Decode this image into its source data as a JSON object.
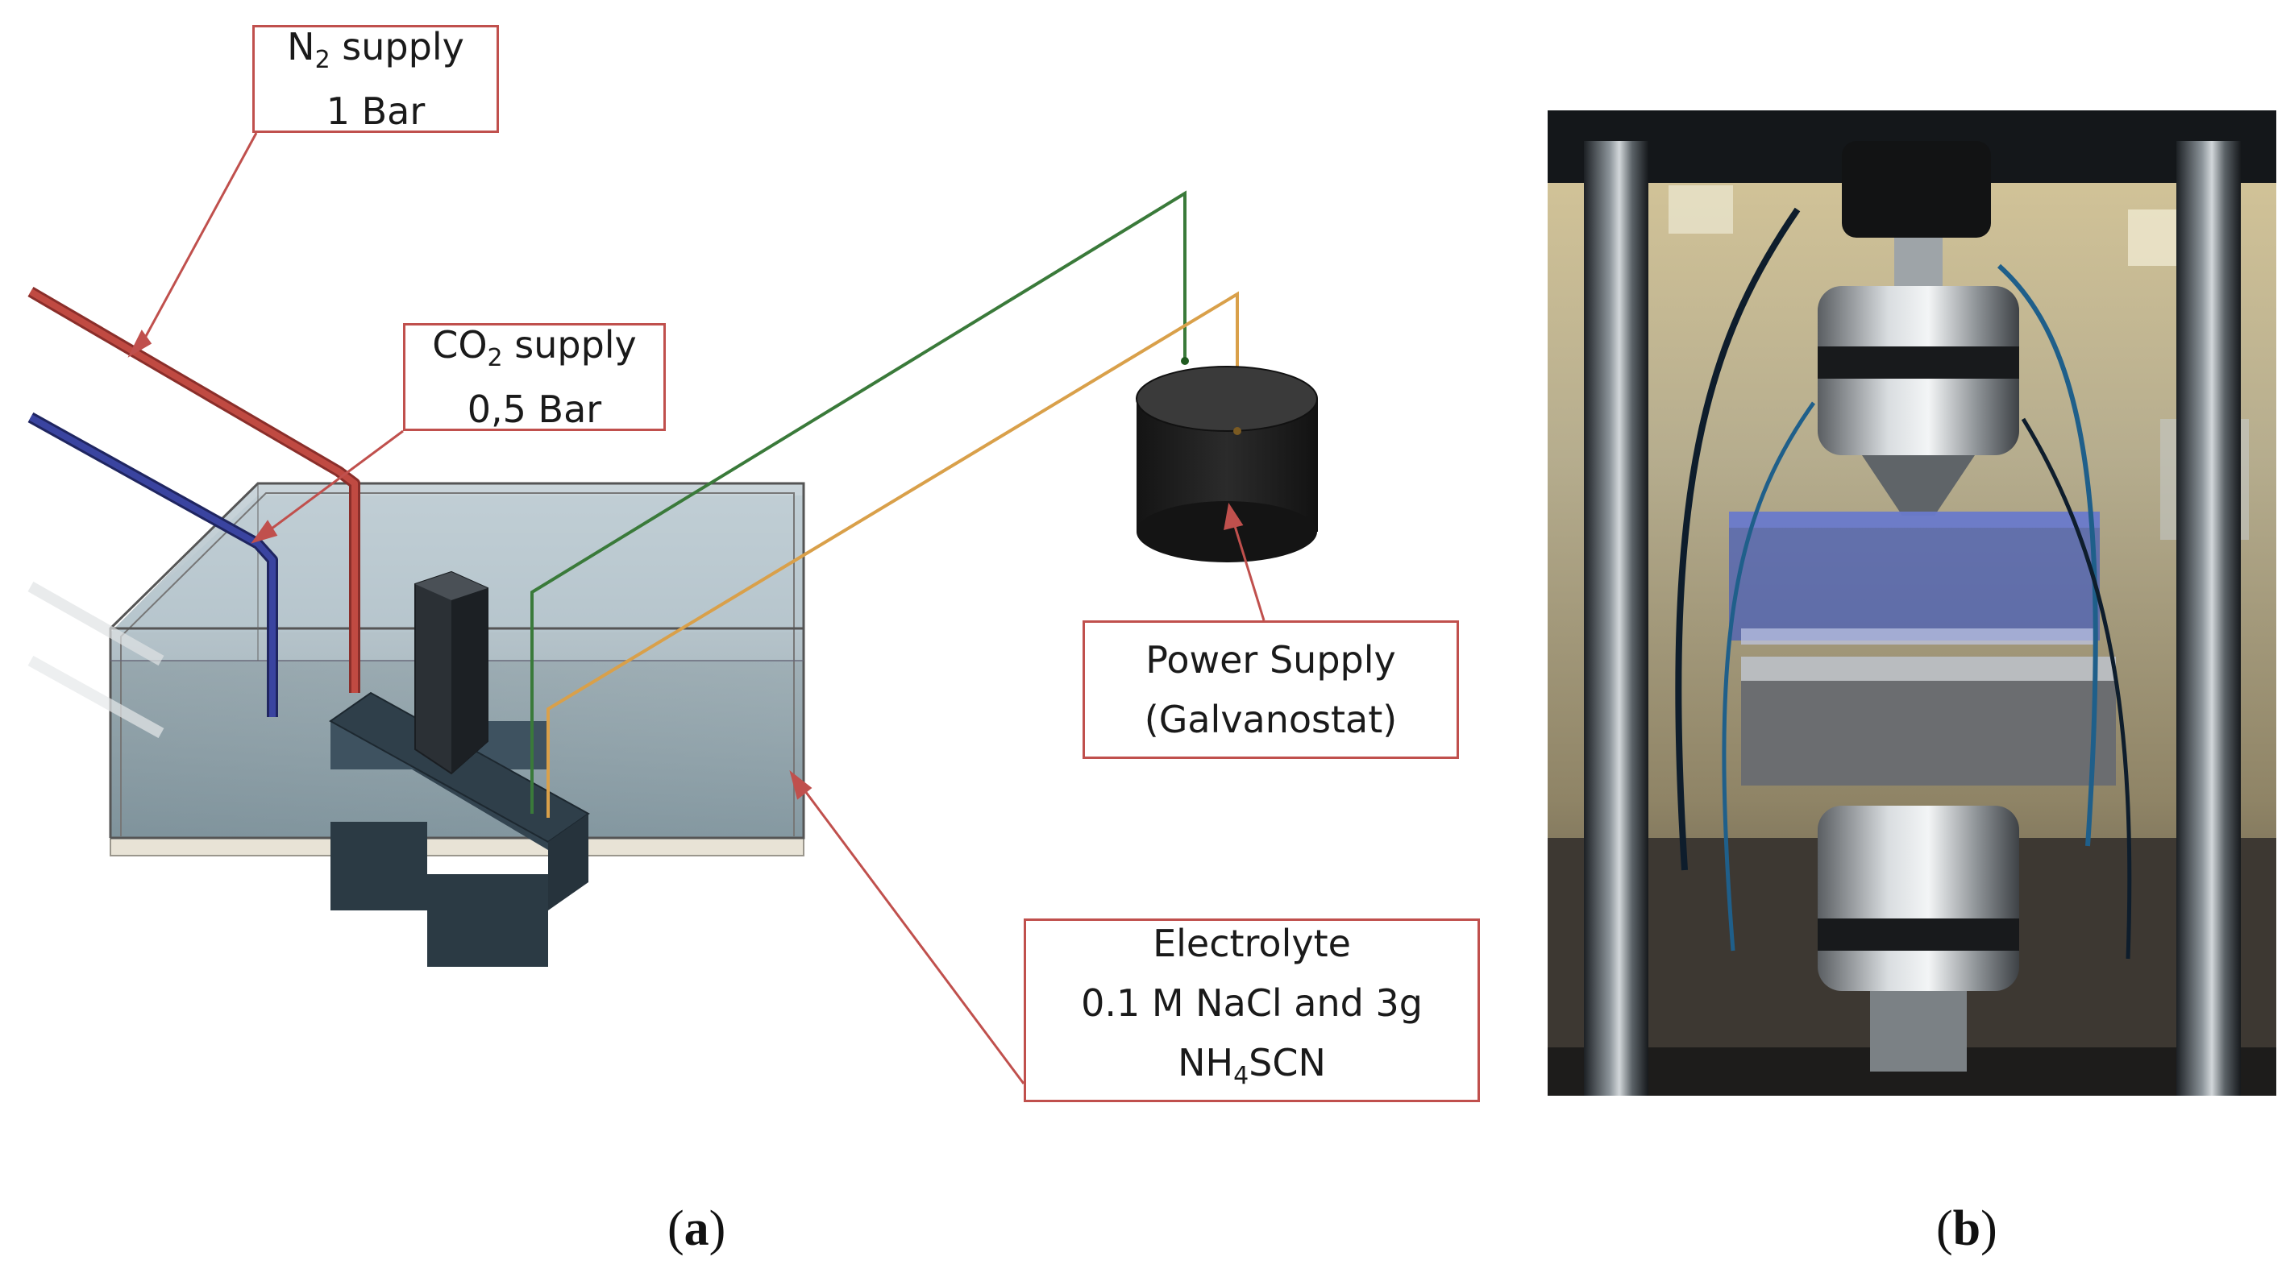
{
  "callouts": {
    "n2": {
      "line1_pre": "N",
      "line1_sub": "2",
      "line1_post": " supply",
      "line2": "1 Bar"
    },
    "co2": {
      "line1_pre": "CO",
      "line1_sub": "2",
      "line1_post": " supply",
      "line2": "0,5 Bar"
    },
    "power": {
      "line1": "Power Supply",
      "line2": "(Galvanostat)"
    },
    "electrolyte": {
      "line1": "Electrolyte",
      "line2": "0.1 M NaCl and 3g",
      "line3_pre": "NH",
      "line3_sub": "4",
      "line3_post": "SCN"
    }
  },
  "labels": {
    "a": {
      "open": "(",
      "letter": "a",
      "close": ")"
    },
    "b": {
      "open": "(",
      "letter": "b",
      "close": ")"
    }
  },
  "colors": {
    "callout_border": "#c0504d",
    "n2_pipe": "#b5403a",
    "co2_pipe": "#2e3580",
    "green_wire": "#3a7a3a",
    "orange_wire": "#d9a04a",
    "tank_water": "#7f95a0"
  }
}
